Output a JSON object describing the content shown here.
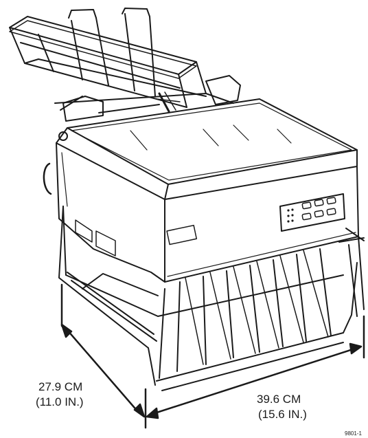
{
  "dimensions": {
    "depth": {
      "metric": "27.9 CM",
      "imperial": "(11.0 IN.)"
    },
    "width": {
      "metric": "39.6 CM",
      "imperial": "(15.6 IN.)"
    }
  },
  "figure_code": "9801-1",
  "colors": {
    "ink": "#1a1a1a",
    "paper": "#ffffff"
  }
}
